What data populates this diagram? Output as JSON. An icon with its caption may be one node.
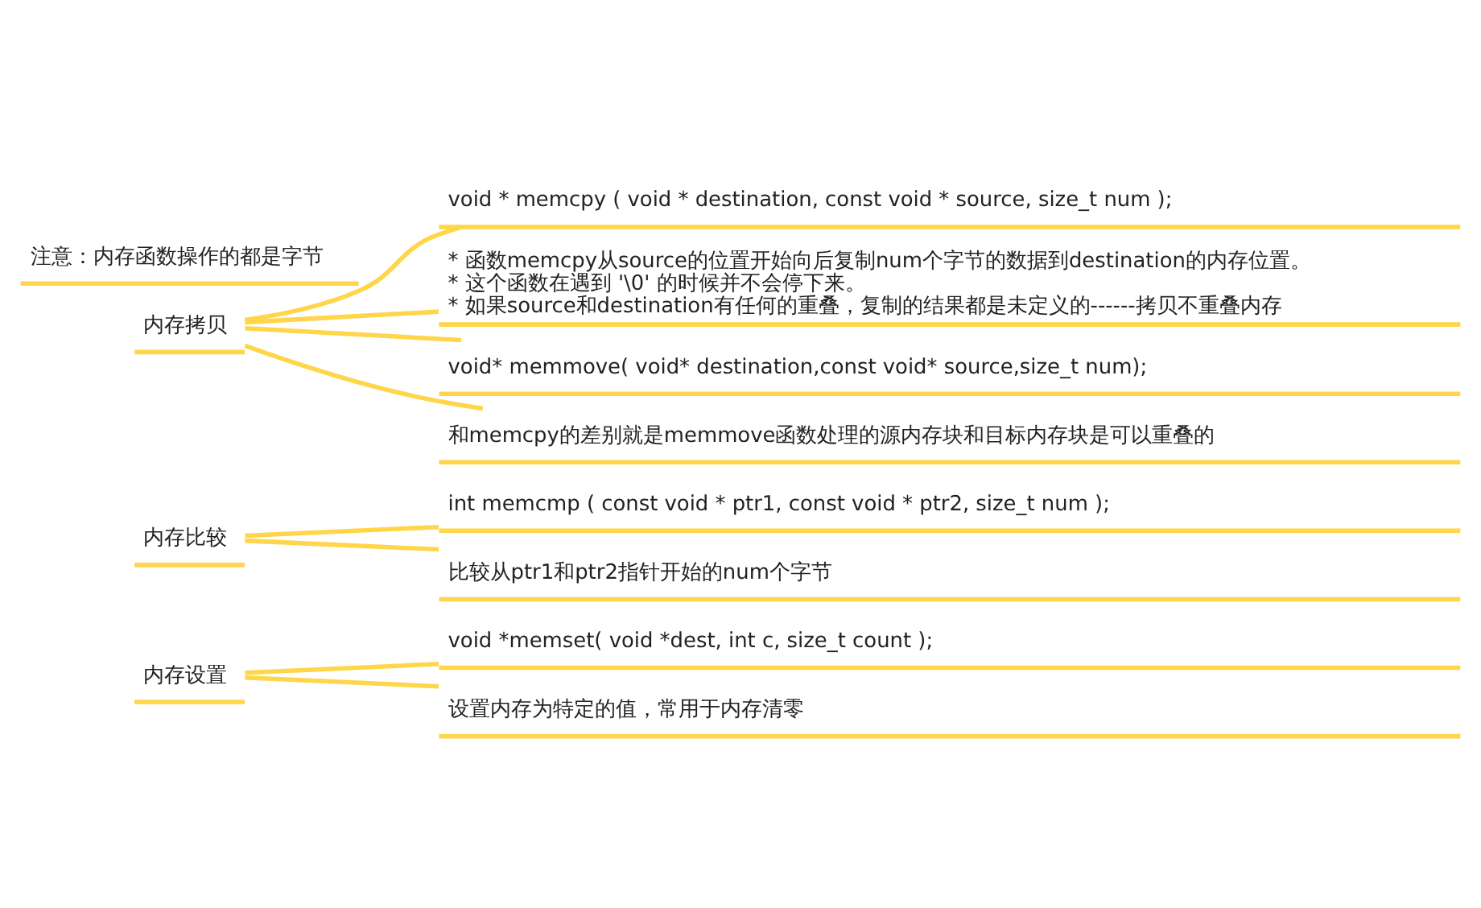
{
  "diagram": {
    "nodes": [
      {
        "text": [
          "注意：内存函数操作的都是字节"
        ]
      },
      {
        "text": [
          "内存拷贝"
        ]
      },
      {
        "text": [
          "void * memcpy ( void * destination, const void * source, size_t num );"
        ]
      },
      {
        "text": [
          "* 函数memcpy从source的位置开始向后复制num个字节的数据到destination的内存位置。",
          "* 这个函数在遇到 '\\0' 的时候并不会停下来。",
          "* 如果source和destination有任何的重叠，复制的结果都是未定义的------拷贝不重叠内存"
        ]
      },
      {
        "text": [
          "void* memmove( void* destination,const void* source,size_t num);"
        ]
      },
      {
        "text": [
          "和memcpy的差别就是memmove函数处理的源内存块和目标内存块是可以重叠的"
        ]
      },
      {
        "text": [
          "内存比较"
        ]
      },
      {
        "text": [
          "int memcmp ( const void * ptr1, const void * ptr2, size_t num );"
        ]
      },
      {
        "text": [
          "比较从ptr1和ptr2指针开始的num个字节"
        ]
      },
      {
        "text": [
          "内存设置"
        ]
      },
      {
        "text": [
          "void *memset( void *dest, int c, size_t count );"
        ]
      },
      {
        "text": [
          "设置内存为特定的值，常用于内存清零"
        ]
      }
    ],
    "edges": [
      {
        "from": 1,
        "to": 2,
        "arrow": "none"
      },
      {
        "from": 1,
        "to": 3,
        "arrow": "none"
      },
      {
        "from": 1,
        "to": 4,
        "arrow": "none"
      },
      {
        "from": 1,
        "to": 5,
        "arrow": "none"
      },
      {
        "from": 6,
        "to": 7,
        "arrow": "none"
      },
      {
        "from": 6,
        "to": 8,
        "arrow": "none"
      },
      {
        "from": 9,
        "to": 10,
        "arrow": "none"
      },
      {
        "from": 9,
        "to": 11,
        "arrow": "none"
      }
    ]
  }
}
